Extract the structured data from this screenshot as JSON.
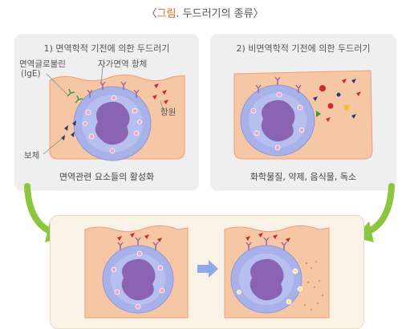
{
  "figure": {
    "title_prefix": "〈",
    "title_highlight": "그림",
    "title_rest": ". 두드러기의 종류〉"
  },
  "panel_left": {
    "title": "1) 면역학적 기전에 의한 두드러기",
    "label_immunoglobulin": "면역글로불린",
    "label_ige": "(IgE)",
    "label_autoantibody": "자가면역 항체",
    "label_antigen": "항원",
    "label_complement": "보체",
    "caption": "면역관련 요소들의 활성화"
  },
  "panel_right": {
    "title": "2) 비면역학적 기전에 의한 두드러기",
    "caption": "화학물질, 약제, 음식물, 독소"
  },
  "colors": {
    "title_accent": "#e0642a",
    "panel_bg": "#efefef",
    "bottom_bg": "#f8f3e6",
    "skin": "#f6c7a4",
    "skin_edge": "#f19c7c",
    "cell_outer": "#a9b2e8",
    "nucleus": "#8a64b2",
    "arrow_green": "#8cc63f",
    "arrow_blue": "#8ea8e8"
  },
  "icons": {
    "process_arrow": "right-arrow-icon",
    "flow_arrow": "curved-arrow-icon"
  }
}
